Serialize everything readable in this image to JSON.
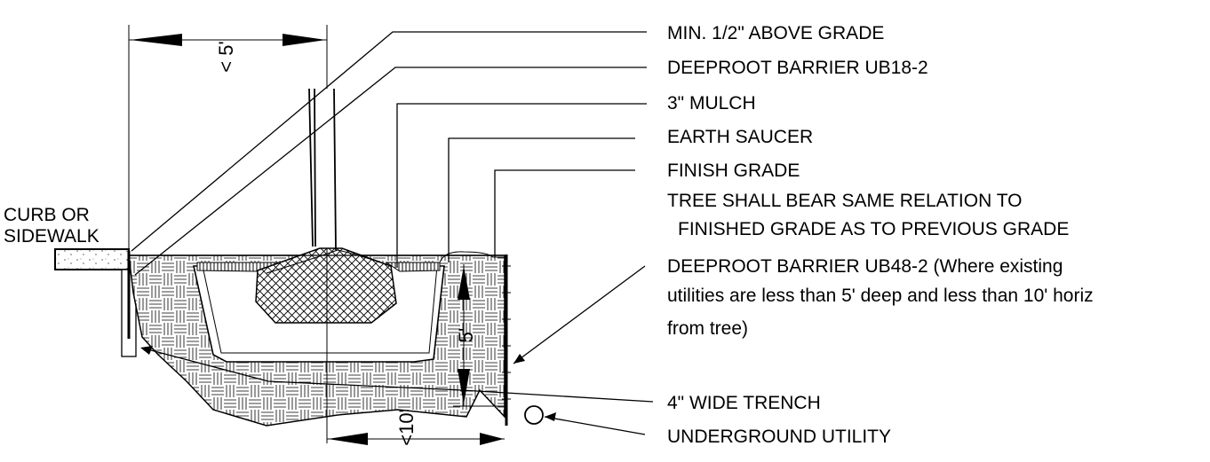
{
  "labels": {
    "min_above_grade": "MIN. 1/2\" ABOVE GRADE",
    "barrier_ub18": "DEEPROOT BARRIER UB18-2",
    "mulch": "3\" MULCH",
    "earth_saucer": "EARTH SAUCER",
    "finish_grade": "FINISH GRADE",
    "tree_relation_line1": "TREE SHALL BEAR SAME RELATION TO",
    "tree_relation_line2": "FINISHED GRADE AS TO PREVIOUS GRADE",
    "barrier_ub48_line1": "DEEPROOT BARRIER UB48-2 (Where existing",
    "barrier_ub48_line2": "utilities are less than 5' deep and less than 10' horiz",
    "barrier_ub48_line3": "from tree)",
    "trench": "4\" WIDE TRENCH",
    "utility": "UNDERGROUND UTILITY",
    "curb_line1": "CURB OR",
    "curb_line2": "SIDEWALK"
  },
  "dimensions": {
    "top": "< 5'",
    "bottom": "<10'",
    "depth": "5'"
  }
}
